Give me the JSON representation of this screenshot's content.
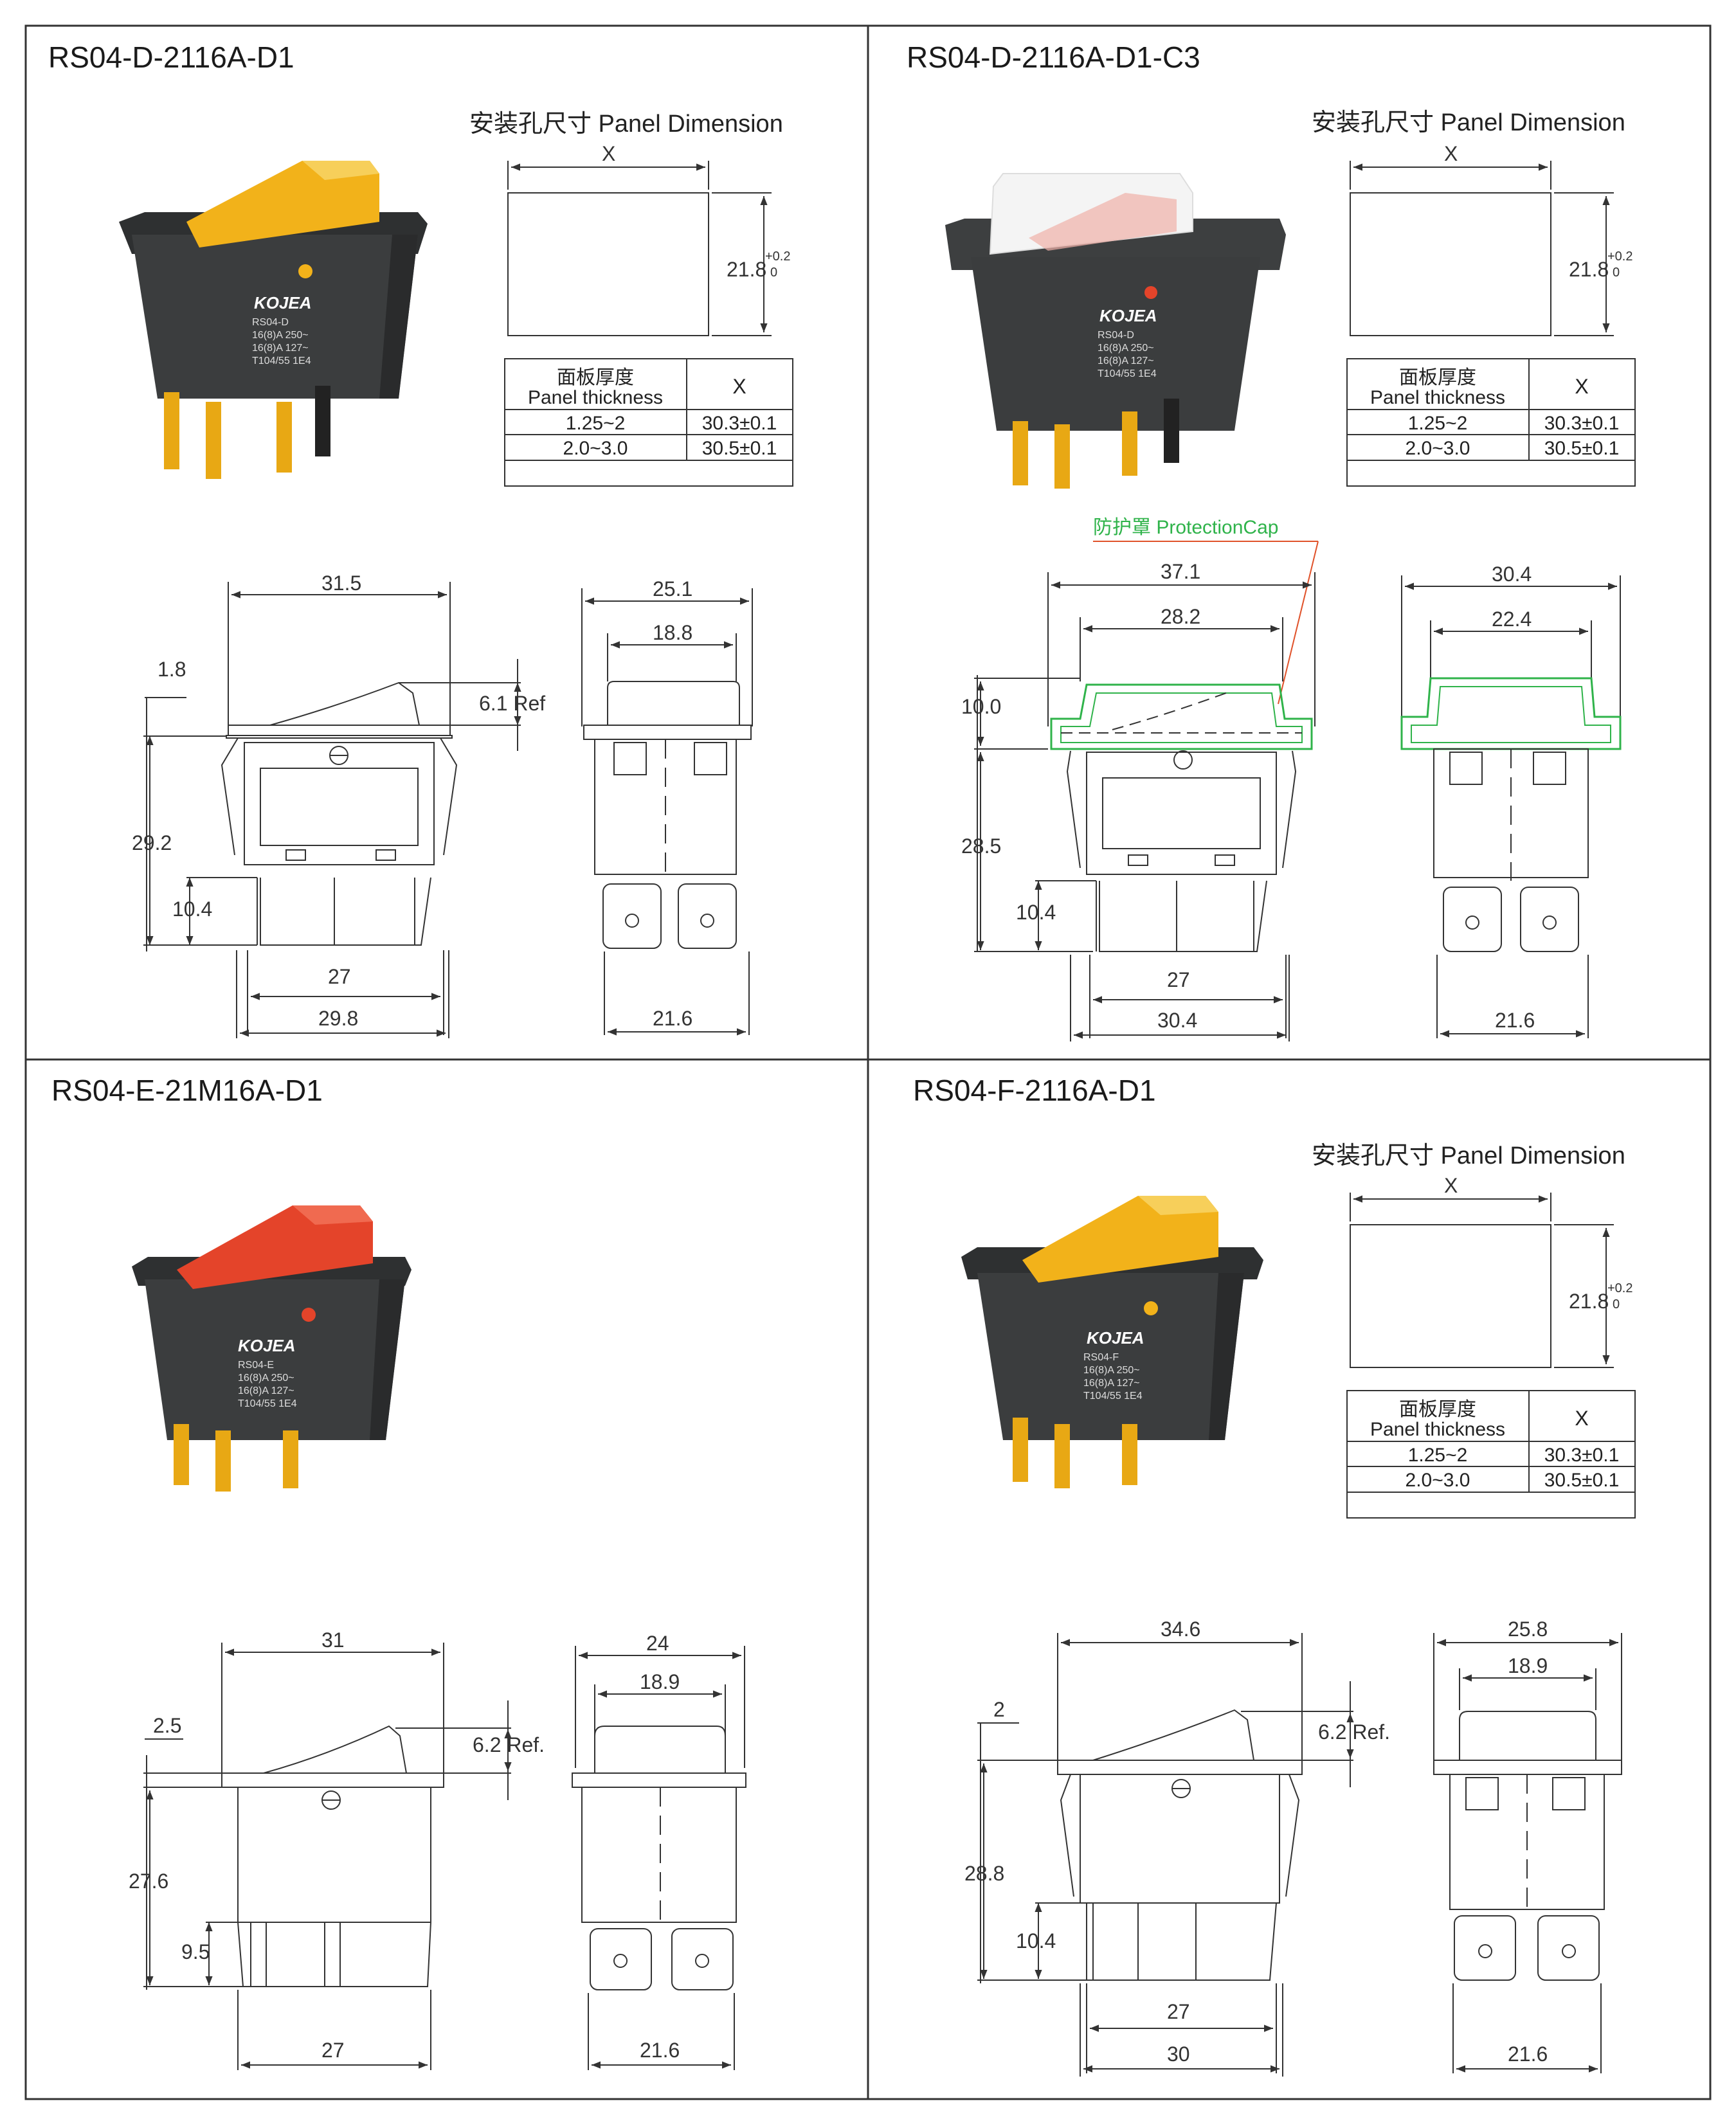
{
  "panels": [
    {
      "title": "RS04-D-2116A-D1",
      "panel_heading": "安装孔尺寸  Panel Dimension",
      "cutout": {
        "x_label": "X",
        "height": "21.8",
        "tol_plus": "+0.2",
        "tol_minus": "0"
      },
      "thickness_table": {
        "header_cn": "面板厚度",
        "header_en": "Panel thickness",
        "header_x": "X",
        "rows": [
          [
            "1.25~2",
            "30.3±0.1"
          ],
          [
            "2.0~3.0",
            "30.5±0.1"
          ]
        ]
      },
      "product": {
        "rocker_color": "#f2b21a",
        "brand": "KOJEA",
        "text": [
          "RS04-D",
          "16(8)A  250~",
          "16(8)A  127~",
          "T104/55  1E4"
        ]
      },
      "side_dims": {
        "width": "31.5",
        "top_offset": "1.8",
        "ref": "6.1  Ref",
        "height": "29.2",
        "pin": "10.4",
        "bottom_inner": "27",
        "bottom_outer": "29.8"
      },
      "front_dims": {
        "width": "25.1",
        "inner": "18.8",
        "bottom": "21.6"
      }
    },
    {
      "title": "RS04-D-2116A-D1-C3",
      "panel_heading": "安装孔尺寸  Panel Dimension",
      "cutout": {
        "x_label": "X",
        "height": "21.8",
        "tol_plus": "+0.2",
        "tol_minus": "0"
      },
      "thickness_table": {
        "header_cn": "面板厚度",
        "header_en": "Panel thickness",
        "header_x": "X",
        "rows": [
          [
            "1.25~2",
            "30.3±0.1"
          ],
          [
            "2.0~3.0",
            "30.5±0.1"
          ]
        ]
      },
      "product": {
        "rocker_color": "#f0b0a8",
        "brand": "KOJEA",
        "text": [
          "RS04-D",
          "16(8)A  250~",
          "16(8)A  127~",
          "T104/55  1E4"
        ]
      },
      "cap_label": "防护罩 ProtectionCap",
      "side_dims": {
        "width": "37.1",
        "inner": "28.2",
        "cap": "10.0",
        "height": "28.5",
        "pin": "10.4",
        "bottom_inner": "27",
        "bottom_outer": "30.4"
      },
      "front_dims": {
        "width": "30.4",
        "inner": "22.4",
        "bottom": "21.6"
      }
    },
    {
      "title": "RS04-E-21M16A-D1",
      "product": {
        "rocker_color": "#e4442a",
        "brand": "KOJEA",
        "text": [
          "RS04-E",
          "16(8)A  250~",
          "16(8)A  127~",
          "T104/55  1E4"
        ]
      },
      "side_dims": {
        "width": "31",
        "top_offset": "2.5",
        "ref": "6.2  Ref.",
        "height": "27.6",
        "pin": "9.5",
        "bottom_outer": "27"
      },
      "front_dims": {
        "width": "24",
        "inner": "18.9",
        "bottom": "21.6"
      }
    },
    {
      "title": "RS04-F-2116A-D1",
      "panel_heading": "安装孔尺寸  Panel Dimension",
      "cutout": {
        "x_label": "X",
        "height": "21.8",
        "tol_plus": "+0.2",
        "tol_minus": "0"
      },
      "thickness_table": {
        "header_cn": "面板厚度",
        "header_en": "Panel thickness",
        "header_x": "X",
        "rows": [
          [
            "1.25~2",
            "30.3±0.1"
          ],
          [
            "2.0~3.0",
            "30.5±0.1"
          ]
        ]
      },
      "product": {
        "rocker_color": "#f2b21a",
        "brand": "KOJEA",
        "text": [
          "RS04-F",
          "16(8)A  250~",
          "16(8)A  127~",
          "T104/55  1E4"
        ]
      },
      "side_dims": {
        "width": "34.6",
        "top_offset": "2",
        "ref": "6.2  Ref.",
        "height": "28.8",
        "pin": "10.4",
        "bottom_inner": "27",
        "bottom_outer": "30"
      },
      "front_dims": {
        "width": "25.8",
        "inner": "18.9",
        "bottom": "21.6"
      }
    }
  ],
  "colors": {
    "body": "#3b3d3e",
    "terminal": "#e8a814",
    "cap_outline": "#2fb34a",
    "leader": "#e0522a"
  }
}
